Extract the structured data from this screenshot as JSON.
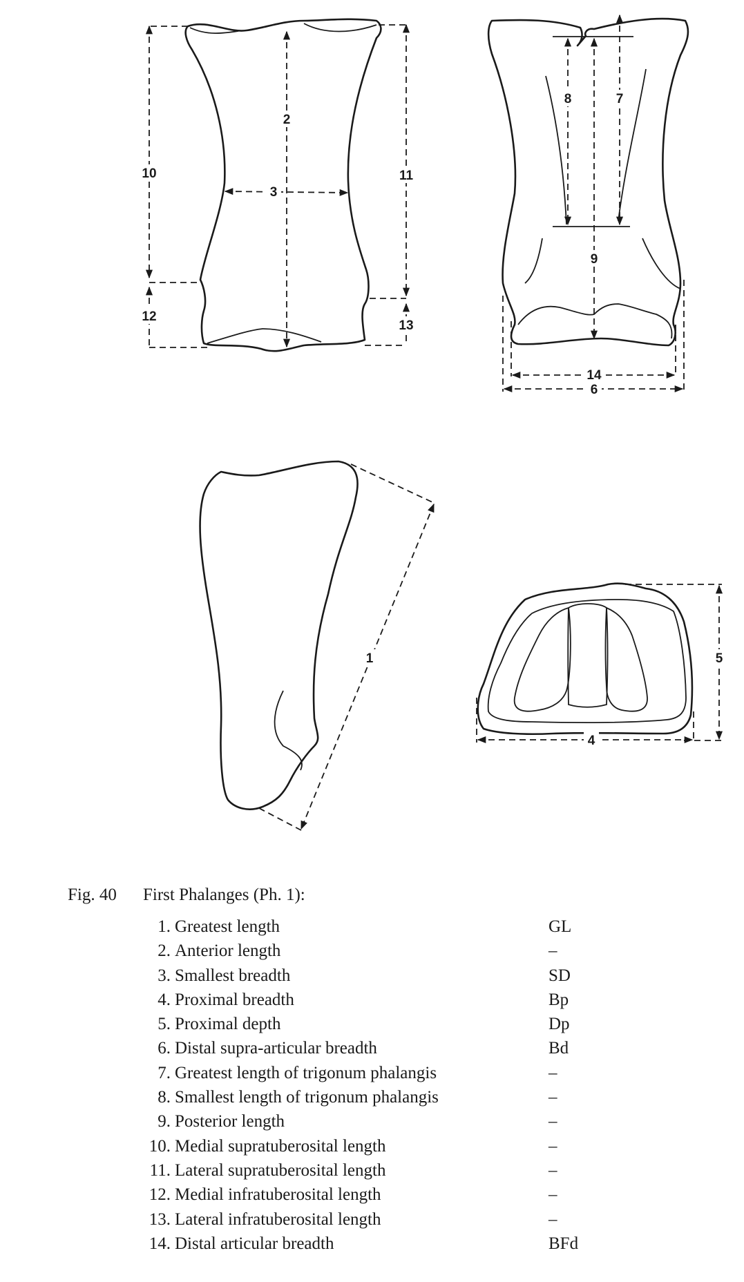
{
  "figure": {
    "labels": {
      "l1": "1",
      "l2": "2",
      "l3": "3",
      "l4": "4",
      "l5": "5",
      "l6": "6",
      "l7": "7",
      "l8": "8",
      "l9": "9",
      "l10": "10",
      "l11": "11",
      "l12": "12",
      "l13": "13",
      "l14": "14"
    }
  },
  "caption": {
    "figure_number": "Fig. 40",
    "title": "First Phalanges (Ph. 1):",
    "measurements": [
      {
        "num": "1.",
        "name": "Greatest length",
        "abbr": "GL"
      },
      {
        "num": "2.",
        "name": "Anterior length",
        "abbr": "–"
      },
      {
        "num": "3.",
        "name": "Smallest breadth",
        "abbr": "SD"
      },
      {
        "num": "4.",
        "name": "Proximal breadth",
        "abbr": "Bp"
      },
      {
        "num": "5.",
        "name": "Proximal depth",
        "abbr": "Dp"
      },
      {
        "num": "6.",
        "name": "Distal supra-articular breadth",
        "abbr": "Bd"
      },
      {
        "num": "7.",
        "name": "Greatest length of trigonum phalangis",
        "abbr": "–"
      },
      {
        "num": "8.",
        "name": "Smallest length of trigonum phalangis",
        "abbr": "–"
      },
      {
        "num": "9.",
        "name": "Posterior length",
        "abbr": "–"
      },
      {
        "num": "10.",
        "name": "Medial supratuberosital length",
        "abbr": "–"
      },
      {
        "num": "11.",
        "name": "Lateral supratuberosital length",
        "abbr": "–"
      },
      {
        "num": "12.",
        "name": "Medial infratuberosital length",
        "abbr": "–"
      },
      {
        "num": "13.",
        "name": "Lateral infratuberosital length",
        "abbr": "–"
      },
      {
        "num": "14.",
        "name": "Distal articular breadth",
        "abbr": "BFd"
      }
    ]
  }
}
